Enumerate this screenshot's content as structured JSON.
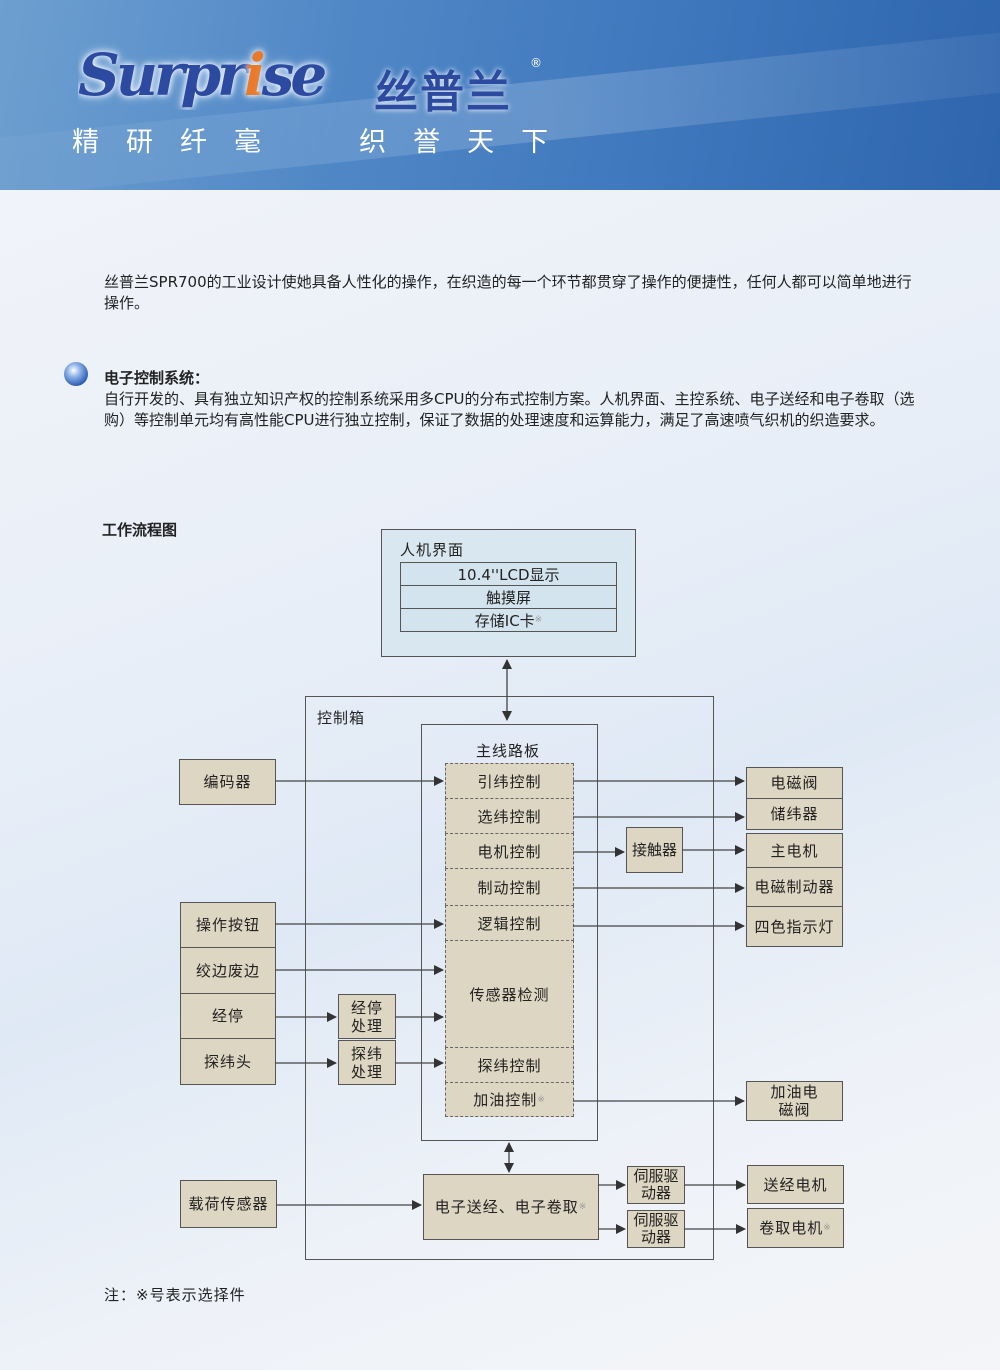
{
  "header": {
    "logo_text": "Surprise",
    "logo_cn": "丝普兰",
    "registered": "®",
    "slogan": "精研纤毫  织誉天下"
  },
  "intro": "丝普兰SPR700的工业设计使她具备人性化的操作，在织造的每一个环节都贯穿了操作的便捷性，任何人都可以简单地进行操作。",
  "section": {
    "title": "电子控制系统：",
    "body": "自行开发的、具有独立知识产权的控制系统采用多CPU的分布式控制方案。人机界面、主控系统、电子送经和电子卷取（选购）等控制单元均有高性能CPU进行独立控制，保证了数据的处理速度和运算能力，满足了高速喷气织机的织造要求。"
  },
  "diagram": {
    "title": "工作流程图",
    "hmi": {
      "title": "人机界面",
      "rows": [
        "10.4''LCD显示",
        "触摸屏",
        "存储IC卡"
      ]
    },
    "control_box": "控制箱",
    "mainboard": {
      "title": "主线路板",
      "modules": [
        "引纬控制",
        "选纬控制",
        "电机控制",
        "制动控制",
        "逻辑控制",
        "传感器检测",
        "探纬控制",
        "加油控制"
      ]
    },
    "inputs": [
      "编码器",
      "操作按钮",
      "绞边废边",
      "经停",
      "探纬头",
      "载荷传感器"
    ],
    "processing": [
      "经停处理",
      "探纬处理"
    ],
    "contactor": "接触器",
    "outputs": [
      "电磁阀",
      "储纬器",
      "主电机",
      "电磁制动器",
      "四色指示灯",
      "加油电磁阀",
      "送经电机",
      "卷取电机"
    ],
    "let_off": "电子送经、电子卷取",
    "servo": [
      "伺服驱动器",
      "伺服驱动器"
    ],
    "optional_mark": "※"
  },
  "note": "注：※号表示选择件"
}
